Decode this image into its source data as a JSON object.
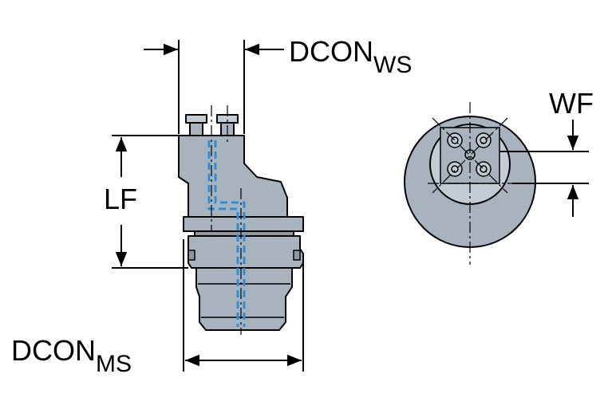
{
  "labels": {
    "dcon_ws": {
      "main": "DCON",
      "sub": "WS"
    },
    "dcon_ms": {
      "main": "DCON",
      "sub": "MS"
    },
    "lf": "LF",
    "wf": "WF"
  },
  "colors": {
    "body_fill": "#a9b3bd",
    "body_fill_light": "#c3cbd3",
    "body_dark": "#8e99a4",
    "outline": "#000000",
    "coolant": "#2e8fd6",
    "centerline": "#000000"
  }
}
